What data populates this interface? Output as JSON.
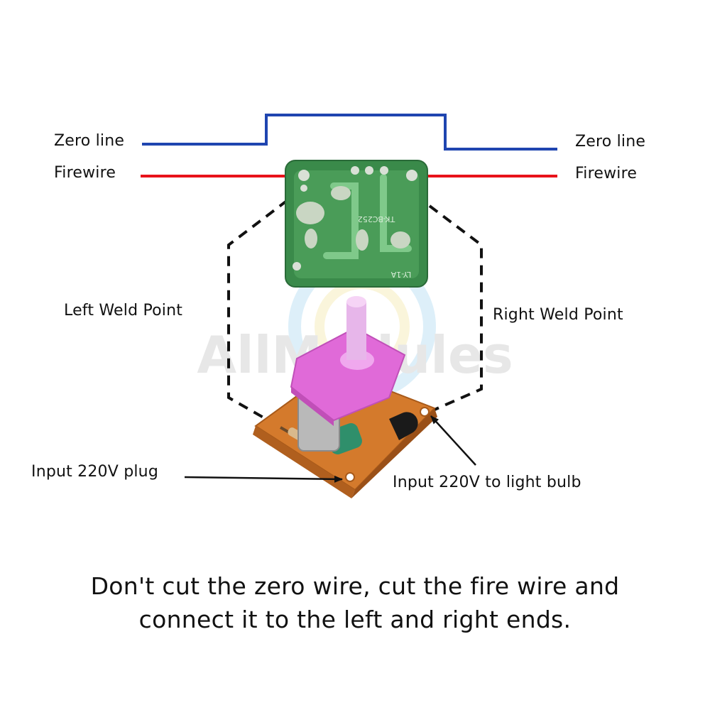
{
  "labels": {
    "zero_line_left": "Zero line",
    "zero_line_right": "Zero line",
    "firewire_left": "Firewire",
    "firewire_right": "Firewire",
    "left_weld": "Left Weld Point",
    "right_weld": "Right Weld Point",
    "input_plug": "Input 220V plug",
    "input_bulb": "Input 220V to light bulb"
  },
  "pcb_top_text": [
    "TK-BC252",
    "LY-1A"
  ],
  "watermark": "AllModules",
  "caption": {
    "line1": "Don't cut the zero wire, cut the fire wire and",
    "line2": "connect it to the left and right ends."
  },
  "colors": {
    "zero_wire": "#1f45b0",
    "fire_wire": "#e8121a",
    "pcb_green": "#3a8a4a",
    "pcb_orange": "#d47a2c",
    "knob_pink": "#e06ad8"
  }
}
